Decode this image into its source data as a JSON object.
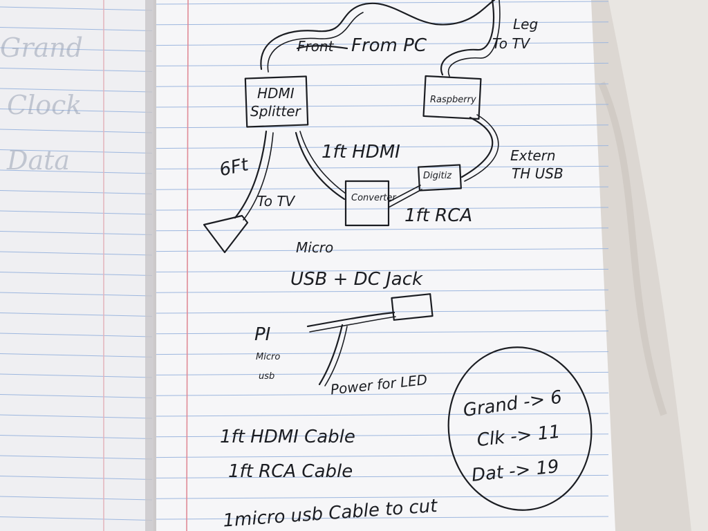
{
  "notebook": {
    "left_page_ghost_text": [
      "Grand",
      "Clock",
      "Data"
    ],
    "diagram": {
      "from_pc": "From PC",
      "struck_text": "Front",
      "to_tv_top": "To TV",
      "to_tv_top_prefix": "Leg",
      "hdmi_splitter": [
        "HDMI",
        "Splitter"
      ],
      "raspberry": "Raspberry",
      "six_ft": "6Ft",
      "to_tv_left": "To TV",
      "one_ft_hdmi": "1ft HDMI",
      "converter": "Converter",
      "digitizer": "Digitiz",
      "external_usb": [
        "Extern",
        "TH USB"
      ],
      "one_ft_rca": "1ft RCA"
    },
    "power": {
      "micro_usb_dc": [
        "Micro",
        "USB + DC Jack"
      ],
      "pi_micro_usb": [
        "PI",
        "Micro",
        "usb"
      ],
      "power_for_led": "Power for LED"
    },
    "shopping_list": [
      "1ft HDMI Cable",
      "1ft RCA Cable",
      "1micro usb  Cable to cut"
    ],
    "pin_circle": [
      "Grand -> 6",
      "Clk -> 11",
      "Dat -> 19"
    ]
  }
}
